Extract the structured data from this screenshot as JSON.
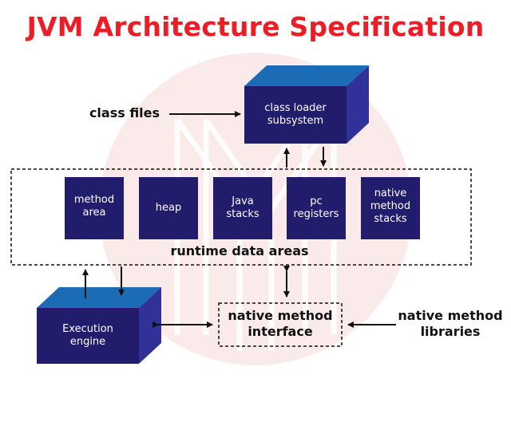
{
  "title": "JVM Architecture Specification",
  "labels": {
    "class_files": "class files",
    "runtime_data_areas": "runtime data areas",
    "native_method_interface": "native method interface",
    "native_method_libraries": "native method libraries"
  },
  "boxes": {
    "class_loader": "class loader subsystem",
    "execution_engine": "Execution engine"
  },
  "runtime_areas": [
    "method area",
    "heap",
    "Java stacks",
    "pc registers",
    "native method stacks"
  ],
  "colors": {
    "title": "#ee1c25",
    "box_front": "#211c6b",
    "box_top": "#1c6bb5",
    "box_side": "#31319a",
    "watermark": "#fbeaea"
  }
}
